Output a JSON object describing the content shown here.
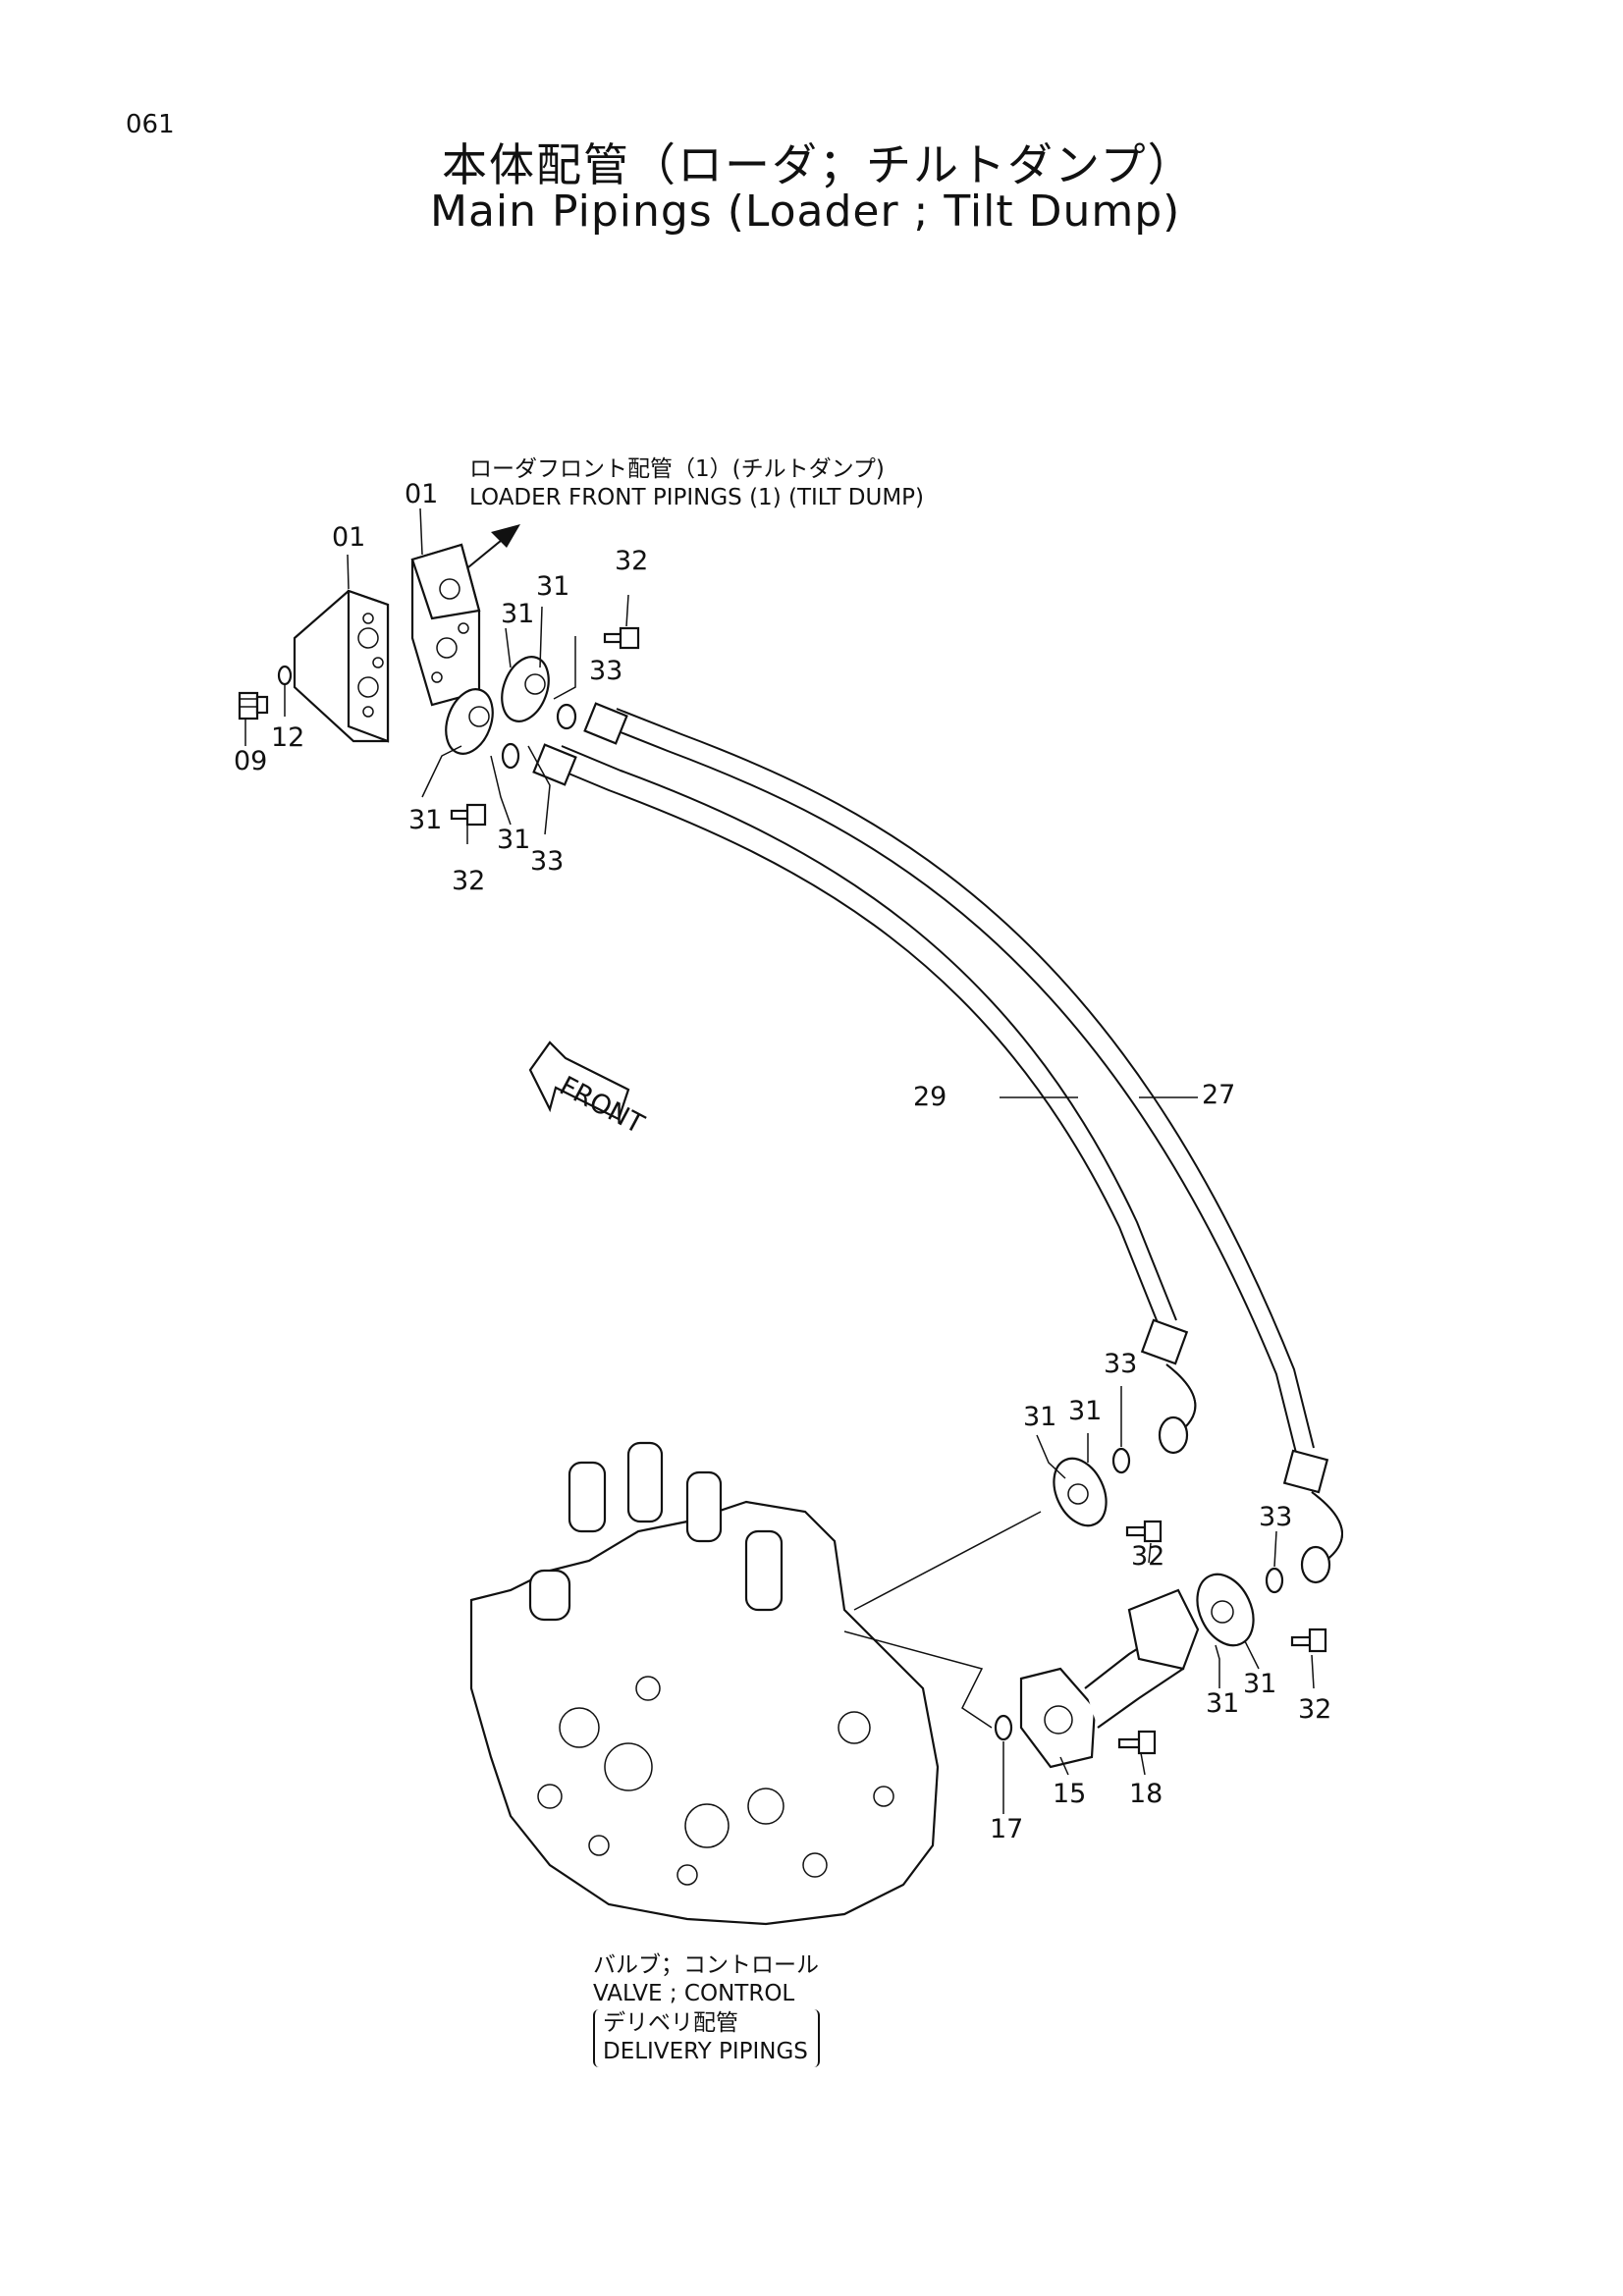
{
  "page_number": "061",
  "title_ja": "本体配管（ローダ；チルトダンプ）",
  "title_en": "Main Pipings (Loader ; Tilt Dump)",
  "ref_top": {
    "line1": "ローダフロント配管（1）(チルトダンプ)",
    "line2": "LOADER FRONT PIPINGS (1) (TILT DUMP)"
  },
  "front_label": "FRONT",
  "ref_bottom": {
    "line1": "バルブ；コントロール",
    "line2": "VALVE ; CONTROL",
    "line3": "デリベリ配管",
    "line4": "DELIVERY PIPINGS"
  },
  "callouts": {
    "p01a": "01",
    "p01b": "01",
    "p09": "09",
    "p12": "12",
    "p31a": "31",
    "p31b": "31",
    "p31c": "31",
    "p31d": "31",
    "p31e": "31",
    "p31f": "31",
    "p31g": "31",
    "p31h": "31",
    "p32a": "32",
    "p32b": "32",
    "p32c": "32",
    "p32d": "32",
    "p33a": "33",
    "p33b": "33",
    "p33c": "33",
    "p33d": "33",
    "p29": "29",
    "p27": "27",
    "p15": "15",
    "p17": "17",
    "p18": "18"
  }
}
